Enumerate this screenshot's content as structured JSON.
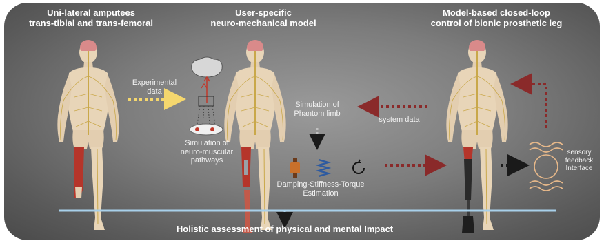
{
  "headings": {
    "col1": [
      "Uni-lateral amputees",
      "trans-tibial and trans-femoral"
    ],
    "col2": [
      "User-specific",
      "neuro-mechanical model"
    ],
    "col3": [
      "Model-based closed-loop",
      "control of bionic prosthetic leg"
    ]
  },
  "labels": {
    "experimental_data": [
      "Experimental",
      "data"
    ],
    "neuro_sim": [
      "Simulation of",
      "neuro-muscular",
      "pathways"
    ],
    "phantom_limb": [
      "Simulation of",
      "Phantom limb"
    ],
    "system_data": "system data",
    "dst_estimation": [
      "Damping-Stiffness-Torque",
      "Estimation"
    ],
    "sensory_feedback": [
      "sensory",
      "feedback",
      "Interface"
    ],
    "holistic": "Holistic assessment of physical and mental Impact"
  },
  "colors": {
    "arrow_yellow": "#f5d76e",
    "arrow_maroon": "#8a2a2a",
    "arrow_black": "#1a1a1a",
    "bottom_line": "#a8d0ea",
    "feedback_waves": "#e8b98a",
    "muscle_red": "#b5352a",
    "skin": "#e8d5b8"
  },
  "icons": [
    "brain-icon",
    "neural-circuit-icon",
    "damper-icon",
    "spring-icon",
    "torque-icon",
    "sensory-feedback-icon"
  ]
}
